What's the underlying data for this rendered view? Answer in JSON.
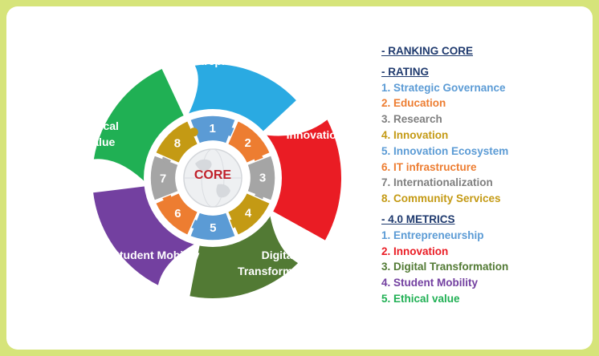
{
  "colors": {
    "background": "#d6e47a",
    "entrepreneurship": "#2aaae2",
    "innovation": "#ea1c24",
    "digital": "#527a34",
    "mobility": "#7340a0",
    "ethical": "#20b054",
    "gear_blue": "#5b9bd5",
    "gear_orange": "#ed7d31",
    "gear_gray": "#a5a5a5",
    "gear_gold": "#c49a14",
    "core_text": "#c0202a",
    "heading": "#1f3a6e"
  },
  "wheel": {
    "segments": [
      {
        "label_lines": [
          "Entrepreneurship"
        ],
        "color": "#2aaae2"
      },
      {
        "label_lines": [
          "Innovation"
        ],
        "color": "#ea1c24"
      },
      {
        "label_lines": [
          "Digital",
          "Transformation"
        ],
        "color": "#527a34"
      },
      {
        "label_lines": [
          "Student Mobility"
        ],
        "color": "#7340a0"
      },
      {
        "label_lines": [
          "Ethical",
          "Value"
        ],
        "color": "#20b054"
      }
    ],
    "center_label": "CORE",
    "gear_pieces": [
      {
        "number": "1",
        "color": "#5b9bd5"
      },
      {
        "number": "2",
        "color": "#ed7d31"
      },
      {
        "number": "3",
        "color": "#a5a5a5"
      },
      {
        "number": "4",
        "color": "#c49a14"
      },
      {
        "number": "5",
        "color": "#5b9bd5"
      },
      {
        "number": "6",
        "color": "#ed7d31"
      },
      {
        "number": "7",
        "color": "#a5a5a5"
      },
      {
        "number": "8",
        "color": "#c49a14"
      }
    ]
  },
  "legend": {
    "ranking_core": "- RANKING CORE",
    "rating_header": "- RATING",
    "rating_items": [
      {
        "text": "1. Strategic Governance",
        "color": "#5b9bd5"
      },
      {
        "text": "2. Education",
        "color": "#ed7d31"
      },
      {
        "text": "3. Research",
        "color": "#7f7f7f"
      },
      {
        "text": "4. Innovation",
        "color": "#c49a14"
      },
      {
        "text": "5. Innovation Ecosystem",
        "color": "#5b9bd5"
      },
      {
        "text": "6. IT infrastructure",
        "color": "#ed7d31"
      },
      {
        "text": "7. Internationalization",
        "color": "#7f7f7f"
      },
      {
        "text": "8. Community Services",
        "color": "#c49a14"
      }
    ],
    "metrics_header": "- 4.0 METRICS",
    "metrics_items": [
      {
        "text": "1. Entrepreneurship",
        "color": "#5b9bd5"
      },
      {
        "text": "2. Innovation",
        "color": "#ea1c24"
      },
      {
        "text": "3. Digital Transformation",
        "color": "#527a34"
      },
      {
        "text": "4. Student Mobility",
        "color": "#7340a0"
      },
      {
        "text": "5. Ethical value",
        "color": "#20b054"
      }
    ]
  }
}
